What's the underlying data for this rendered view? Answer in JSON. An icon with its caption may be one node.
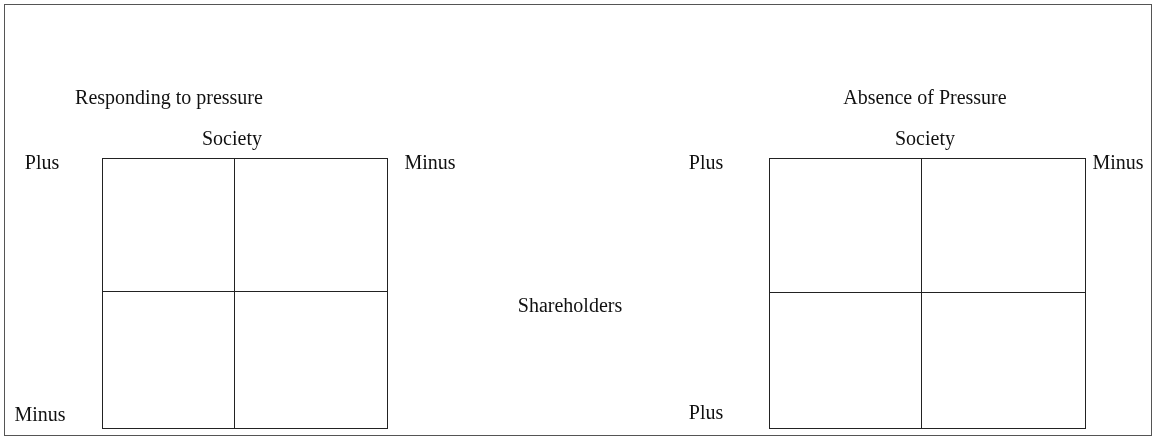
{
  "diagram": {
    "nodes": [
      {
        "text": [],
        "shape": "box"
      },
      {
        "text": [],
        "shape": "box"
      },
      {
        "text": [],
        "shape": "box"
      },
      {
        "text": [],
        "shape": "box"
      },
      {
        "text": [],
        "shape": "box"
      },
      {
        "text": [],
        "shape": "box"
      },
      {
        "text": [],
        "shape": "box"
      },
      {
        "text": [],
        "shape": "box"
      }
    ],
    "labels": [
      "Responding to pressure",
      "Absence of Pressure",
      "Society",
      "Society",
      "Plus",
      "Minus",
      "Plus",
      "Minus",
      "Shareholders",
      "Minus",
      "Plus"
    ]
  }
}
